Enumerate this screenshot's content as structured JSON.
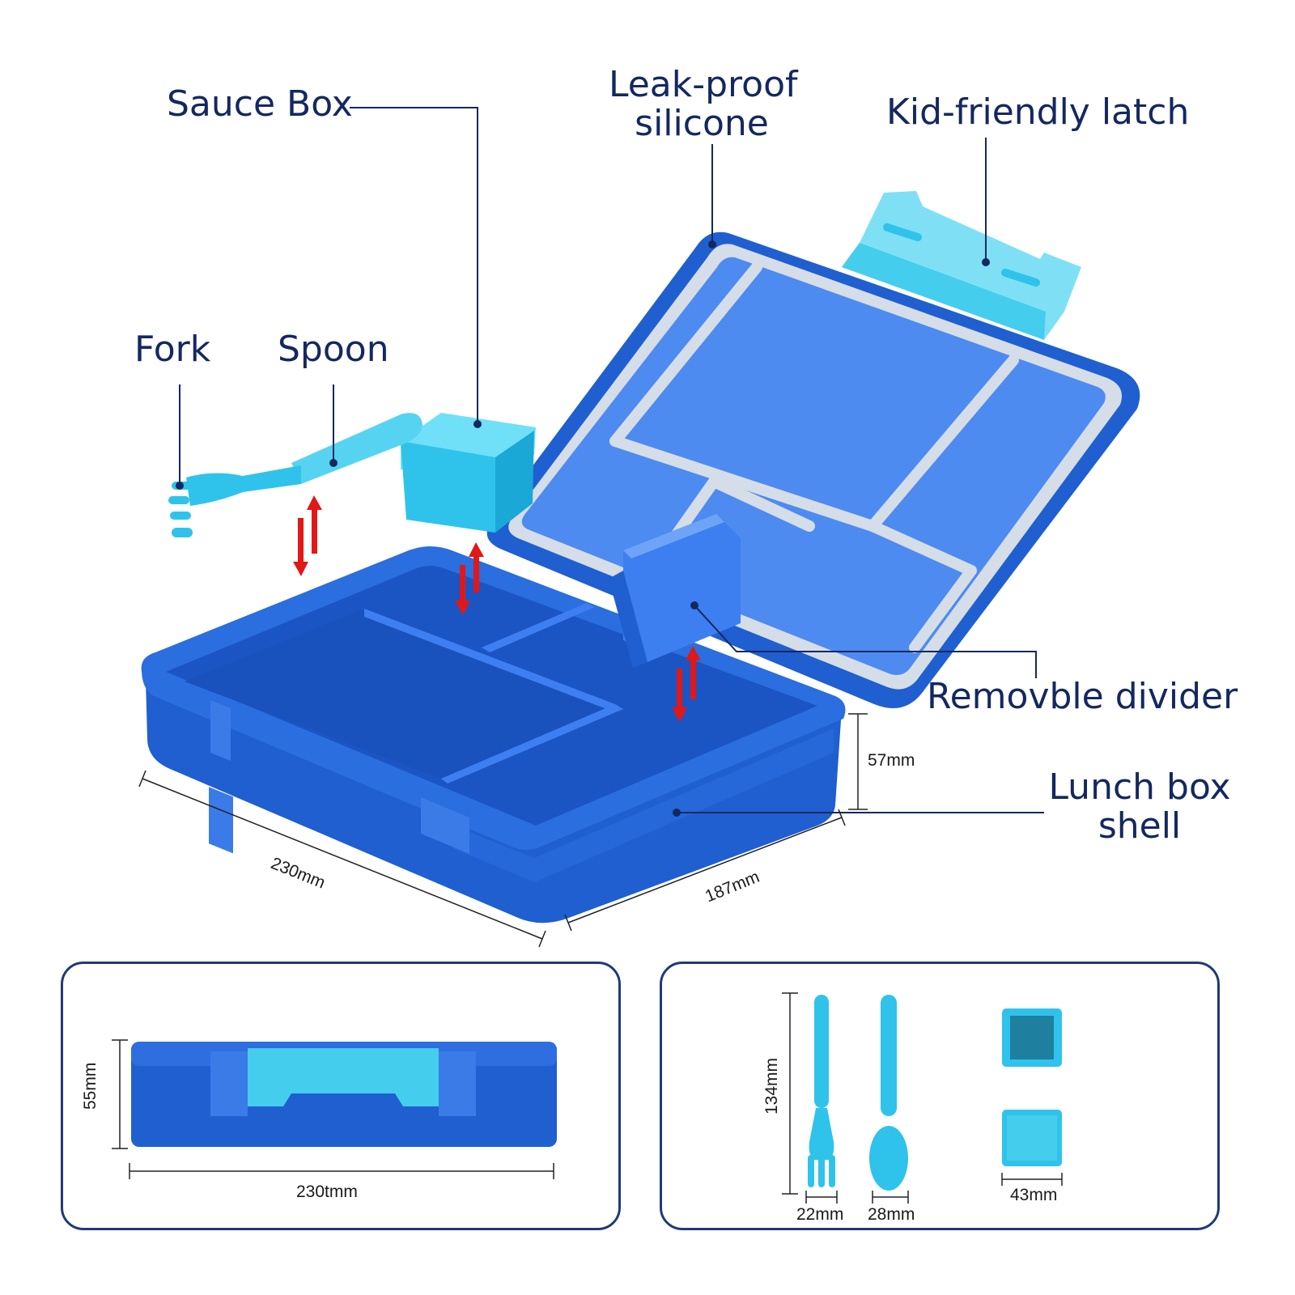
{
  "callouts": {
    "sauce_box": "Sauce Box",
    "leak_proof_line1": "Leak-proof",
    "leak_proof_line2": "silicone",
    "latch": "Kid-friendly latch",
    "fork": "Fork",
    "spoon": "Spoon",
    "divider": "Removble divider",
    "shell_line1": "Lunch box",
    "shell_line2": "shell"
  },
  "dimensions": {
    "main_height": "57mm",
    "main_length": "230mm",
    "main_width": "187mm",
    "side_height": "55mm",
    "side_length": "230tmm",
    "cutlery_length": "134mm",
    "fork_width": "22mm",
    "spoon_width": "28mm",
    "sauce_box_width": "43mm"
  },
  "colors": {
    "label_text": "#14285f",
    "shell_blue": "#1f5fd0",
    "tray_blue": "#4d8bf0",
    "accent_cyan": "#2fc3ec",
    "seal_grey": "#d5dde8",
    "arrow_red": "#e01818"
  }
}
